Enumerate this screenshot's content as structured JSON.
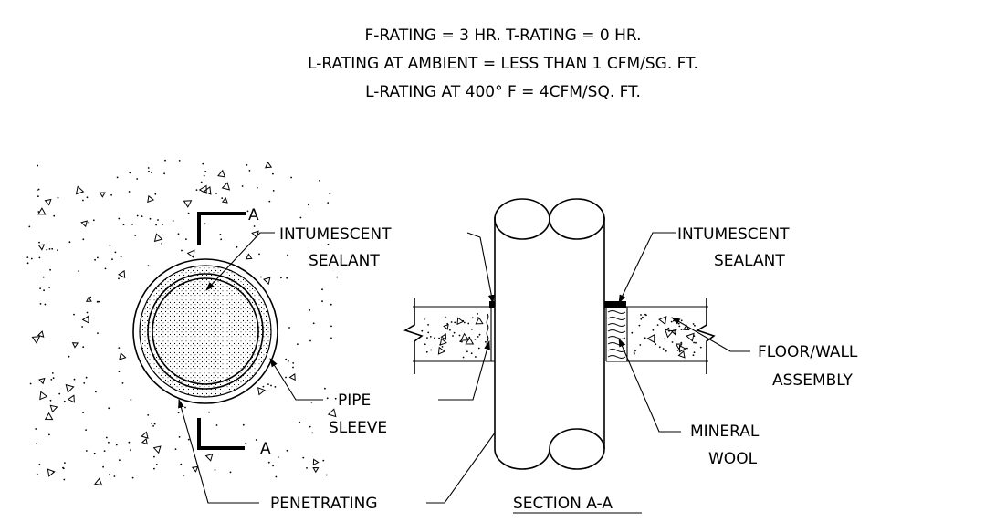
{
  "header": {
    "line1": "F-RATING = 3 HR.    T-RATING = 0 HR.",
    "line2": "L-RATING AT AMBIENT = LESS THAN 1 CFM/SG. FT.",
    "line3": "L-RATING AT 400° F = 4CFM/SQ. FT."
  },
  "labels": {
    "section_mark_top": "A",
    "section_mark_bottom": "A",
    "intumescent_left_1": "INTUMESCENT",
    "intumescent_left_2": "SEALANT",
    "intumescent_right_1": "INTUMESCENT",
    "intumescent_right_2": "SEALANT",
    "pipe_sleeve_1": "PIPE",
    "pipe_sleeve_2": "SLEEVE",
    "penetrating": "PENETRATING",
    "section_title": "SECTION A-A",
    "floor_wall_1": "FLOOR/WALL",
    "floor_wall_2": "ASSEMBLY",
    "mineral_wool_1": "MINERAL",
    "mineral_wool_2": "WOOL"
  }
}
